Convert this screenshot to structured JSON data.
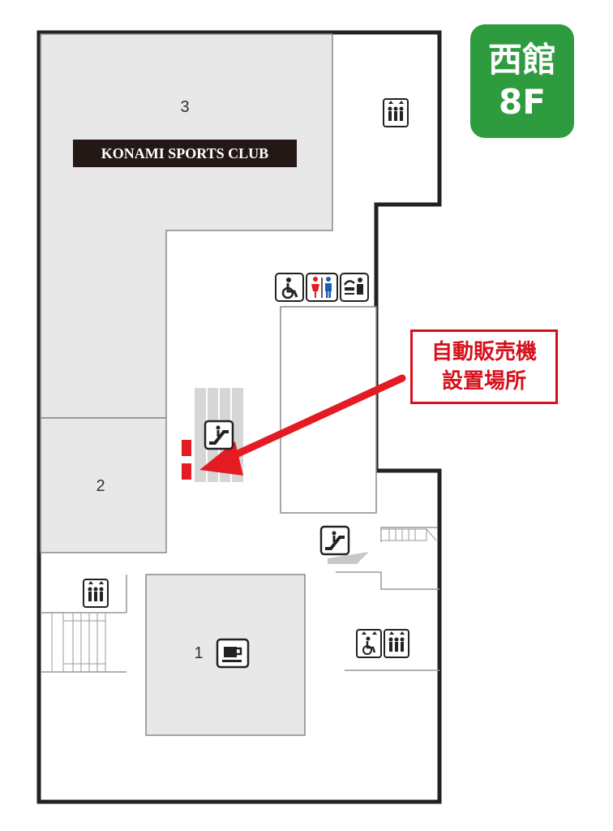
{
  "floor": {
    "building": "西館",
    "level": "8F",
    "color": "#2e9b3f"
  },
  "areas": [
    {
      "number": "3",
      "name": "KONAMI SPORTS CLUB"
    },
    {
      "number": "2"
    },
    {
      "number": "1",
      "icon": "cafe-icon"
    }
  ],
  "vending_note": {
    "line1": "自動販売機",
    "line2": "設置場所",
    "color": "#d7101b"
  },
  "icons": [
    "elevator-icon",
    "accessible-toilet-icon",
    "restroom-icon",
    "baby-care-icon",
    "escalator-icon",
    "accessible-elevator-icon",
    "cafe-icon"
  ],
  "colors": {
    "tenant": "#e8e8e8",
    "wall": "#222222",
    "vending": "#e31b23"
  }
}
